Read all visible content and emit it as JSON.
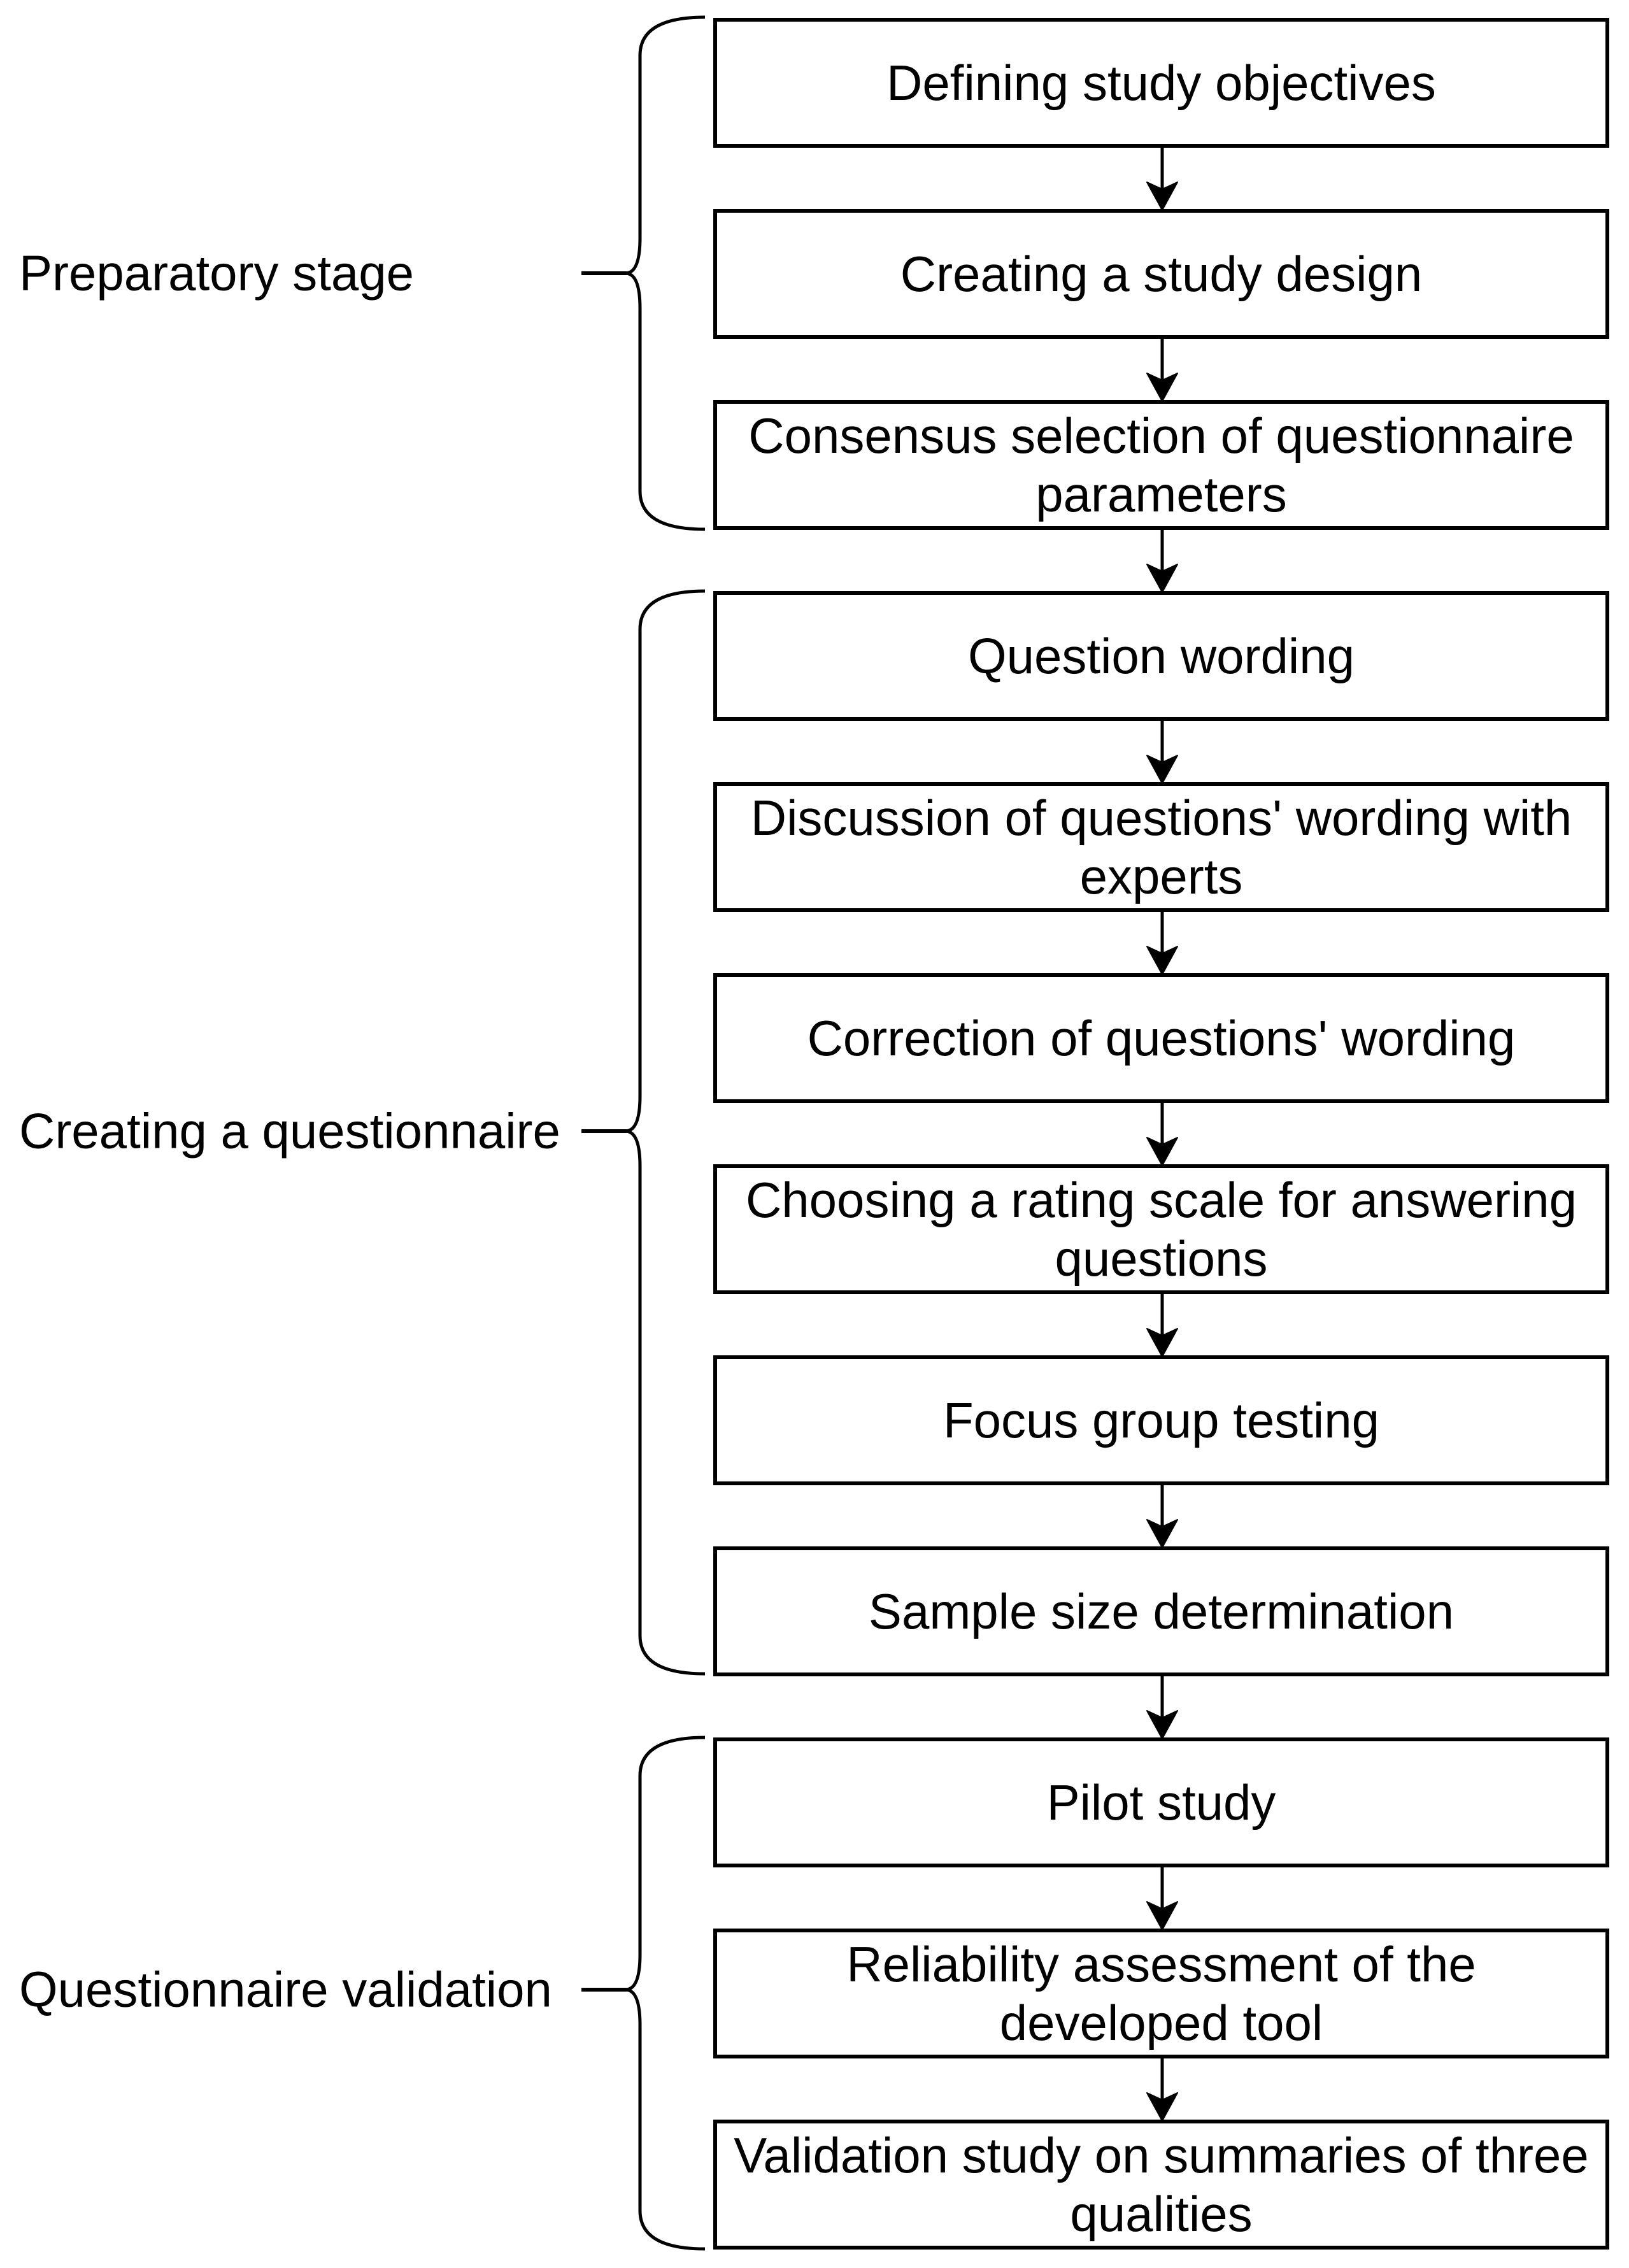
{
  "diagram": {
    "type": "flowchart",
    "colors": {
      "line": "#000000",
      "text": "#000000",
      "background": "#ffffff",
      "box_fill": "#ffffff"
    },
    "stages": [
      {
        "label": "Preparatory stage",
        "boxes": [
          {
            "lines": [
              "Defining study objectives"
            ]
          },
          {
            "lines": [
              "Creating a study design"
            ]
          },
          {
            "lines": [
              "Consensus selection of questionnaire",
              "parameters"
            ]
          }
        ]
      },
      {
        "label": "Creating a questionnaire",
        "boxes": [
          {
            "lines": [
              "Question wording"
            ]
          },
          {
            "lines": [
              "Discussion of questions' wording with",
              "experts"
            ]
          },
          {
            "lines": [
              "Correction of questions' wording"
            ]
          },
          {
            "lines": [
              "Choosing a rating scale for answering",
              "questions"
            ]
          },
          {
            "lines": [
              "Focus group testing"
            ]
          },
          {
            "lines": [
              "Sample size determination"
            ]
          }
        ]
      },
      {
        "label": "Questionnaire validation",
        "boxes": [
          {
            "lines": [
              "Pilot study"
            ]
          },
          {
            "lines": [
              "Reliability assessment of the",
              "developed tool"
            ]
          },
          {
            "lines": [
              "Validation study on summaries of three",
              "qualities"
            ]
          }
        ]
      }
    ]
  }
}
